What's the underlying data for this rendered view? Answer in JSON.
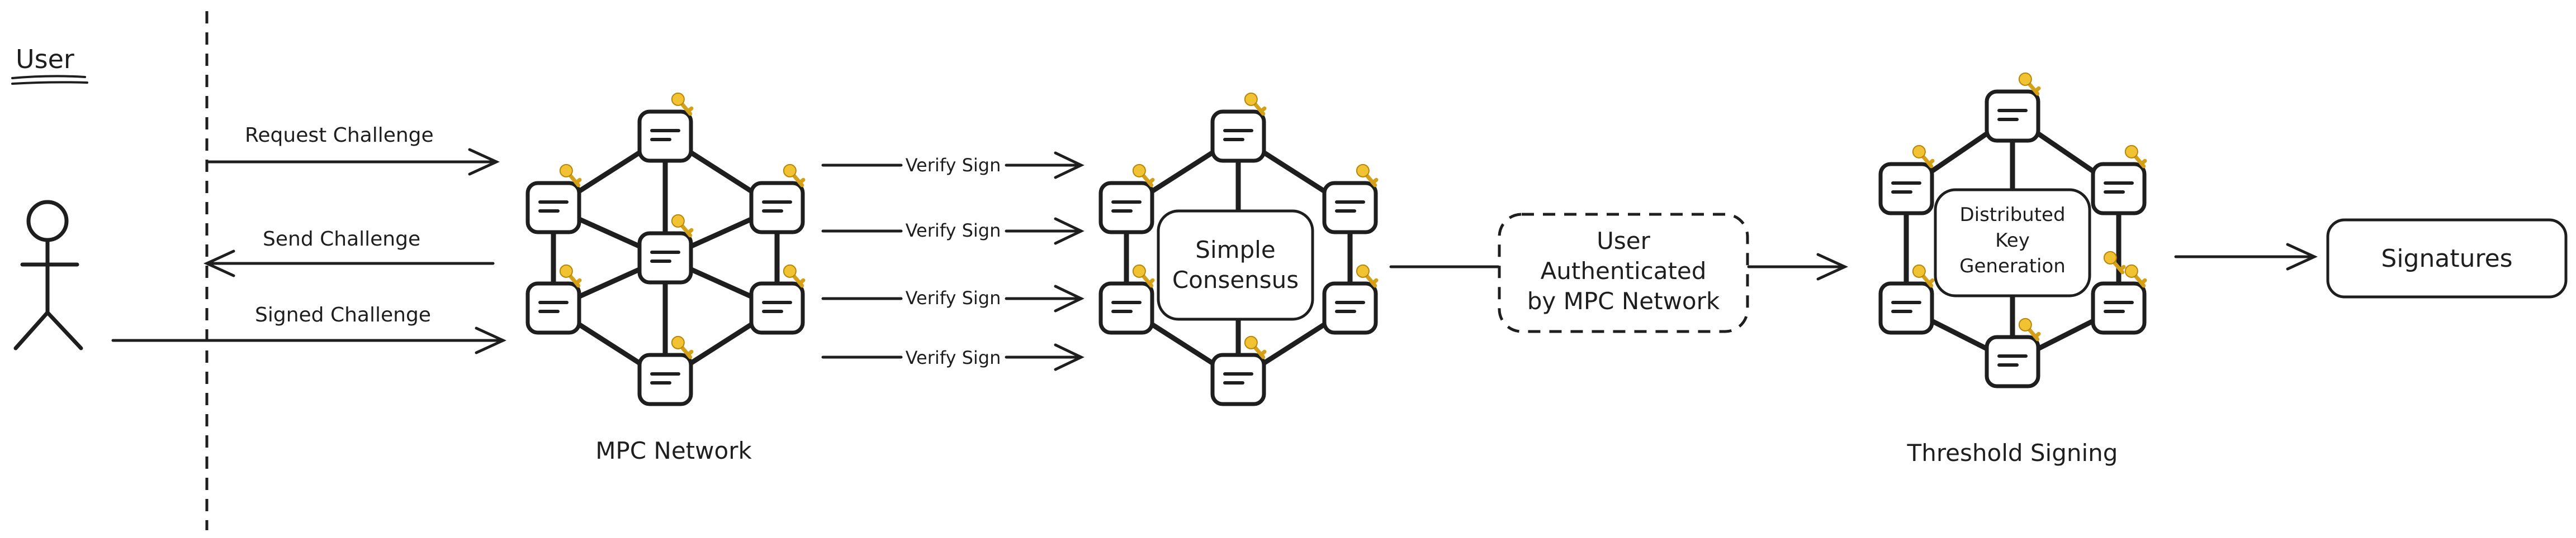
{
  "actor": {
    "title": "User"
  },
  "messages": {
    "request": "Request Challenge",
    "send": "Send Challenge",
    "signed": "Signed Challenge"
  },
  "verify_labels": [
    "Verify Sign",
    "Verify Sign",
    "Verify Sign",
    "Verify Sign"
  ],
  "clusters": {
    "mpc_network": "MPC Network",
    "threshold_signing": "Threshold Signing"
  },
  "consensus": {
    "line1": "Simple",
    "line2": "Consensus"
  },
  "authenticated": {
    "line1": "User",
    "line2": "Authenticated",
    "line3": "by MPC Network"
  },
  "dkg": {
    "line1": "Distributed",
    "line2": "Key",
    "line3": "Generation"
  },
  "output": {
    "label": "Signatures"
  },
  "colors": {
    "stroke": "#1e1e1e",
    "key": "#f1c232",
    "background": "#ffffff"
  },
  "icons": [
    "key-icon",
    "server-node-icon",
    "stick-figure-icon"
  ]
}
